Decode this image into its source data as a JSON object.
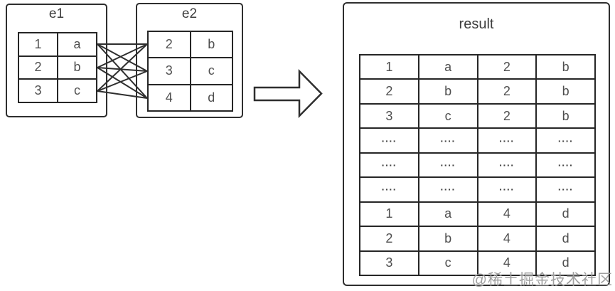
{
  "e1": {
    "title": "e1",
    "rows": [
      [
        "1",
        "a"
      ],
      [
        "2",
        "b"
      ],
      [
        "3",
        "c"
      ]
    ]
  },
  "e2": {
    "title": "e2",
    "rows": [
      [
        "2",
        "b"
      ],
      [
        "3",
        "c"
      ],
      [
        "4",
        "d"
      ]
    ]
  },
  "result": {
    "title": "result",
    "rows": [
      [
        "1",
        "a",
        "2",
        "b"
      ],
      [
        "2",
        "b",
        "2",
        "b"
      ],
      [
        "3",
        "c",
        "2",
        "b"
      ],
      [
        "....",
        "....",
        "....",
        "...."
      ],
      [
        "....",
        "....",
        "....",
        "...."
      ],
      [
        "....",
        "....",
        "....",
        "...."
      ],
      [
        "1",
        "a",
        "4",
        "d"
      ],
      [
        "2",
        "b",
        "4",
        "d"
      ],
      [
        "3",
        "c",
        "4",
        "d"
      ]
    ]
  },
  "icons": {
    "arrow": "right-block-arrow-icon",
    "join_lines": "cross-join-lines"
  },
  "watermark": "@稀土掘金技术社区",
  "colors": {
    "line": "#2e2e2e",
    "cell_text": "#4f4f4f",
    "title_text": "#3d3d3d",
    "watermark": "#a0a0a0",
    "background": "#ffffff"
  }
}
